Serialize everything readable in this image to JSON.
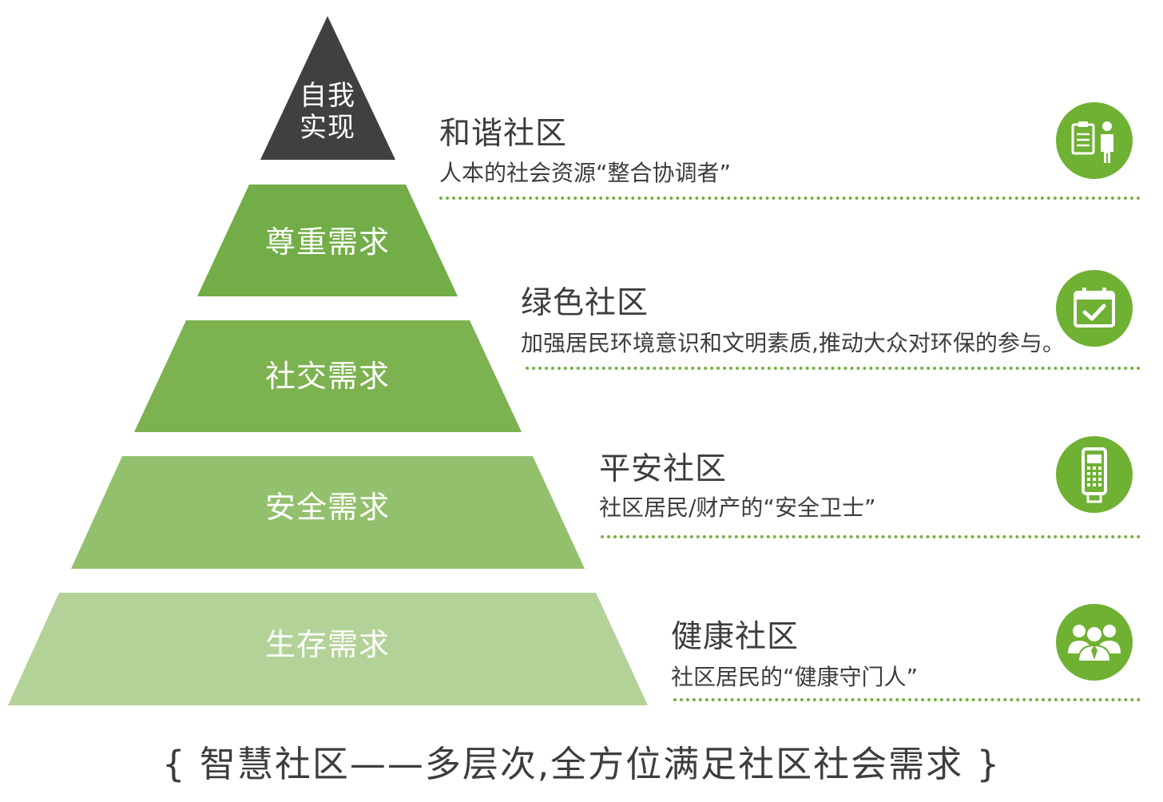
{
  "pyramid": {
    "tiers": [
      {
        "label_line1": "自我",
        "label_line2": "实现",
        "color": "#404040"
      },
      {
        "label": "尊重需求",
        "color": "#72ad47"
      },
      {
        "label": "社交需求",
        "color": "#7cb24f"
      },
      {
        "label": "安全需求",
        "color": "#93c06d"
      },
      {
        "label": "生存需求",
        "color": "#b3d298"
      }
    ]
  },
  "communities": [
    {
      "title": "和谐社区",
      "desc": "人本的社会资源“整合协调者”",
      "icon": "clipboard-person-icon"
    },
    {
      "title": "绿色社区",
      "desc": "加强居民环境意识和文明素质,推动大众对环保的参与。",
      "icon": "calendar-check-icon"
    },
    {
      "title": "平安社区",
      "desc": "社区居民/财产的“安全卫士”",
      "icon": "card-terminal-icon"
    },
    {
      "title": "健康社区",
      "desc": "社区居民的“健康守门人”",
      "icon": "people-group-icon"
    }
  ],
  "caption": "{ 智慧社区——多层次,全方位满足社区社会需求 }",
  "colors": {
    "accent": "#6fb133",
    "dots": "#76b041",
    "text": "#3d3d3d"
  }
}
